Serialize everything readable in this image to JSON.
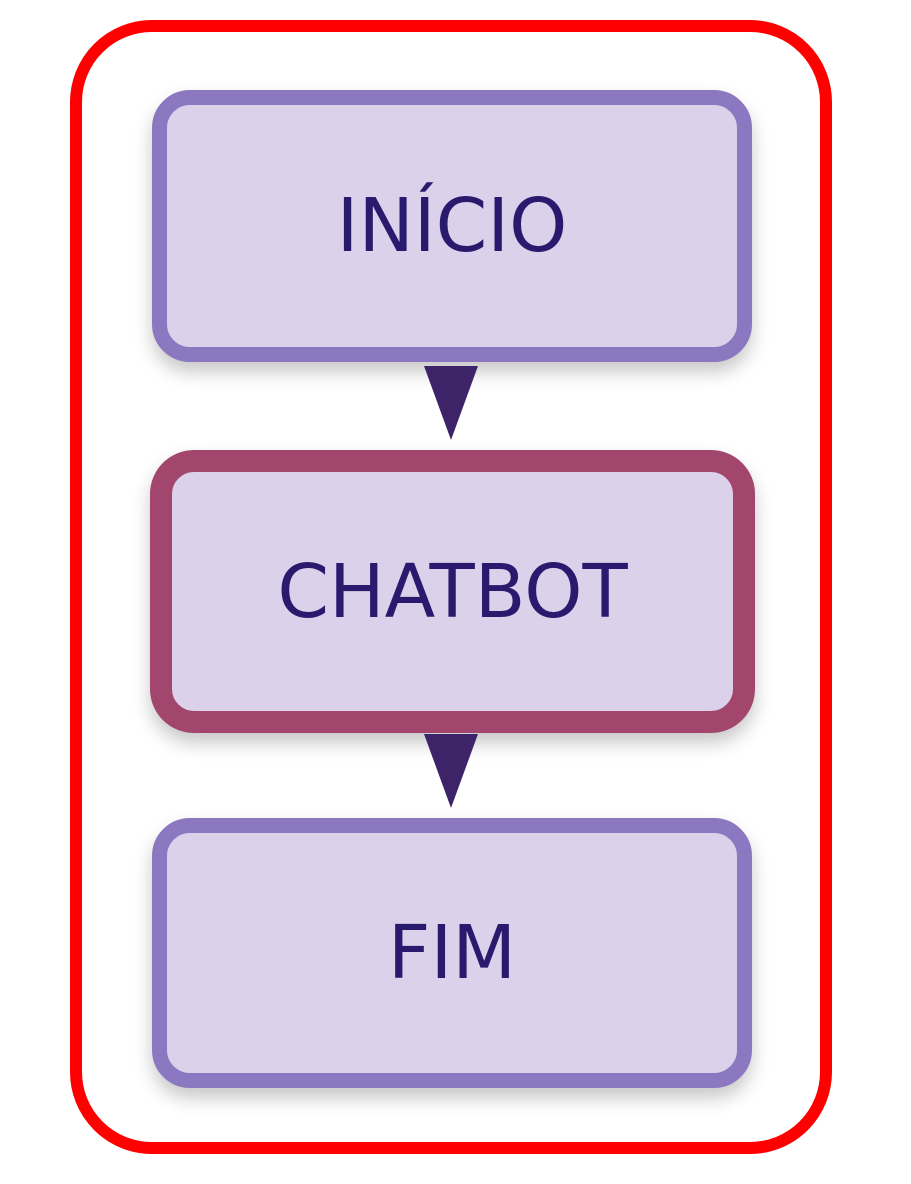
{
  "diagram": {
    "nodes": [
      {
        "id": "inicio",
        "label": "INÍCIO"
      },
      {
        "id": "chatbot",
        "label": "CHATBOT"
      },
      {
        "id": "fim",
        "label": "FIM"
      }
    ],
    "edges": [
      {
        "from": "inicio",
        "to": "chatbot"
      },
      {
        "from": "chatbot",
        "to": "fim"
      }
    ]
  },
  "colors": {
    "frame_border": "#ff0000",
    "node_fill": "#dcd1ea",
    "node_border": "#8b78c0",
    "highlight_border": "#a2466e",
    "text": "#2a1a6e",
    "arrow": "#3d2468"
  }
}
